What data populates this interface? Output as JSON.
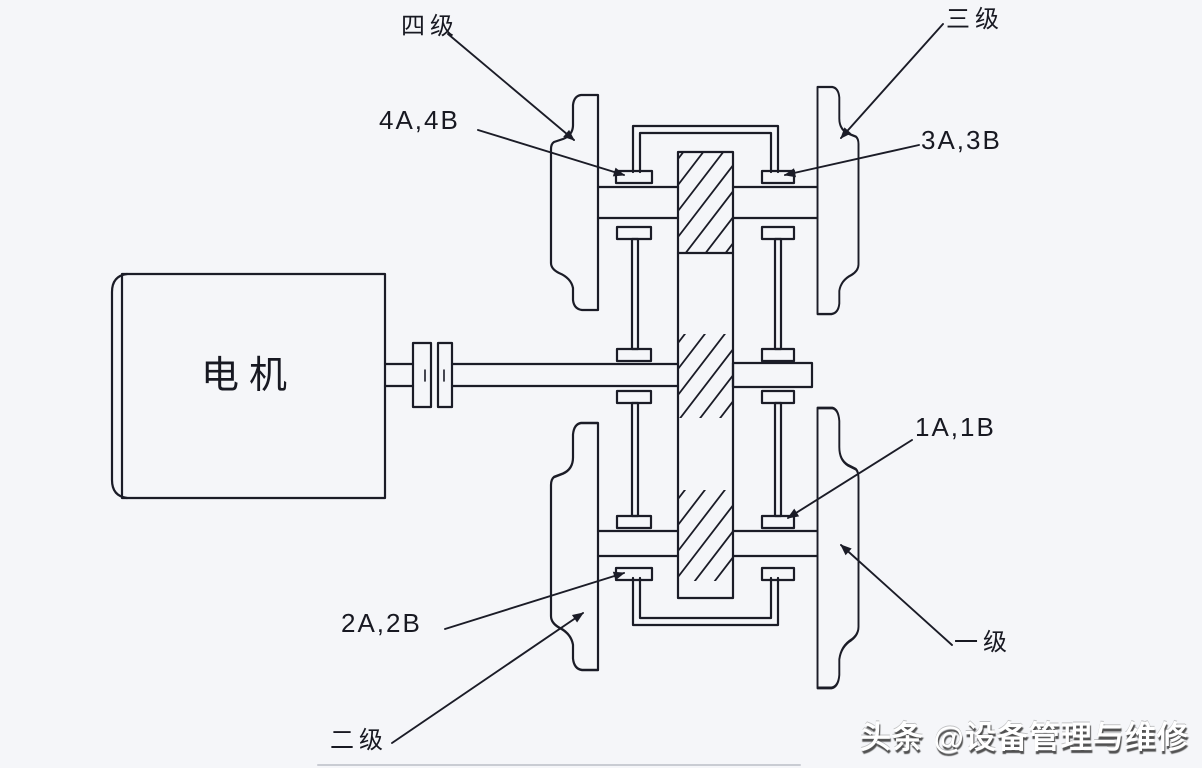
{
  "diagram": {
    "type": "mechanical transmission schematic",
    "motor_label": "电机",
    "callouts": {
      "stage4": "四级",
      "stage3": "三级",
      "pair4": "4A,4B",
      "pair3": "3A,3B",
      "pair1": "1A,1B",
      "pair2": "2A,2B",
      "stage1": "一级",
      "stage2": "二级"
    },
    "colors": {
      "line": "#1b1c27",
      "background": "#f5f6f9",
      "faint_rule": "#c9ccd3"
    }
  },
  "watermark": {
    "text": "头条 @设备管理与维修",
    "color": "#ffffff",
    "shadow": "#484848"
  }
}
